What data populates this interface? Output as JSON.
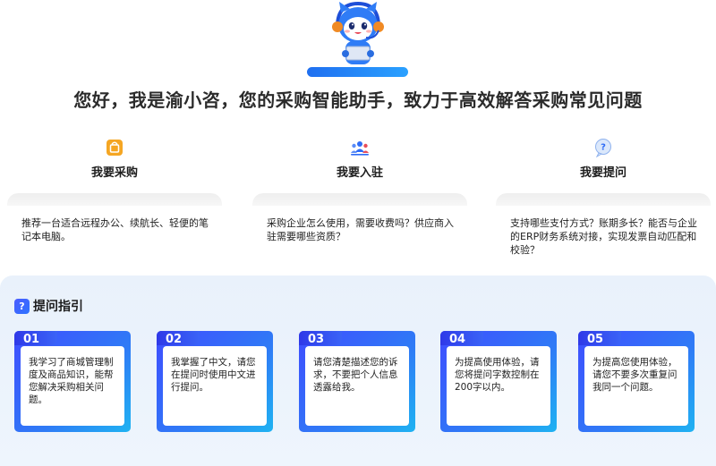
{
  "headline": "您好，我是渝小咨，您的采购智能助手，致力于高效解答采购常见问题",
  "categories": [
    {
      "label": "我要采购",
      "icon": "shopping-bag-icon",
      "question": "推荐一台适合远程办公、续航长、轻便的笔记本电脑。"
    },
    {
      "label": "我要入驻",
      "icon": "people-group-icon",
      "question": "采购企业怎么使用，需要收费吗？供应商入驻需要哪些资质？"
    },
    {
      "label": "我要提问",
      "icon": "question-bubble-icon",
      "question": "支持哪些支付方式？账期多长？能否与企业的ERP财务系统对接，实现发票自动匹配和校验？"
    }
  ],
  "guide": {
    "title": "提问指引",
    "icon_glyph": "?",
    "steps": [
      {
        "num": "01",
        "text": "我学习了商城管理制度及商品知识，能帮您解决采购相关问题。"
      },
      {
        "num": "02",
        "text": "我掌握了中文，请您在提问时使用中文进行提问。"
      },
      {
        "num": "03",
        "text": "请您清楚描述您的诉求，不要把个人信息透露给我。"
      },
      {
        "num": "04",
        "text": "为提高使用体验，请您将提问字数控制在200字以内。"
      },
      {
        "num": "05",
        "text": "为提高您使用体验，请您不要多次重复问我同一个问题。"
      }
    ]
  },
  "colors": {
    "accent": "#2f6cf6",
    "guide_bg": "#eaf2fb",
    "bag_icon": "#f5a623"
  }
}
